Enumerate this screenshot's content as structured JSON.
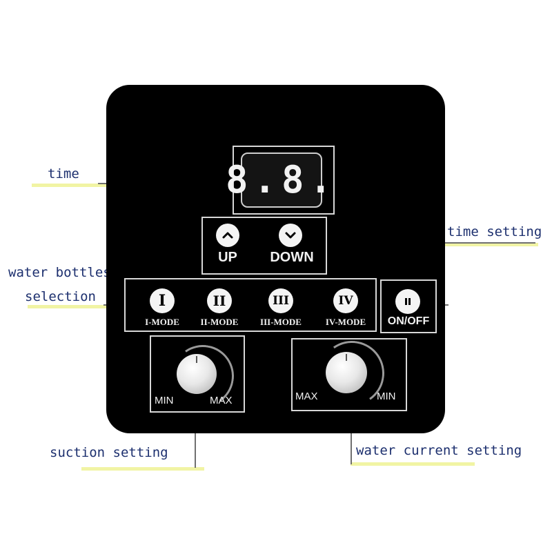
{
  "annotations": {
    "time": "time",
    "time_setting": "time setting",
    "water_bottles_line1": "water bottles",
    "water_bottles_line2": "selection",
    "suction_setting": "suction setting",
    "water_current_setting": "water current setting"
  },
  "display": {
    "digits": "8.8."
  },
  "time_controls": {
    "up_label": "UP",
    "down_label": "DOWN",
    "up_icon": "chevron-up-icon",
    "down_icon": "chevron-down-icon"
  },
  "modes": [
    {
      "numeral": "I",
      "label": "I-MODE"
    },
    {
      "numeral": "II",
      "label": "II-MODE"
    },
    {
      "numeral": "III",
      "label": "III-MODE"
    },
    {
      "numeral": "IV",
      "label": "IV-MODE"
    }
  ],
  "power": {
    "label": "ON/OFF",
    "icon": "pause-icon"
  },
  "suction_knob": {
    "left_label": "MIN",
    "right_label": "MAX"
  },
  "current_knob": {
    "left_label": "MAX",
    "right_label": "MIN"
  },
  "colors": {
    "panel": "#000000",
    "annotation_text": "#1c2f6e",
    "leader_highlight": "#f1f4a4",
    "button_face": "#f4f4f4"
  }
}
